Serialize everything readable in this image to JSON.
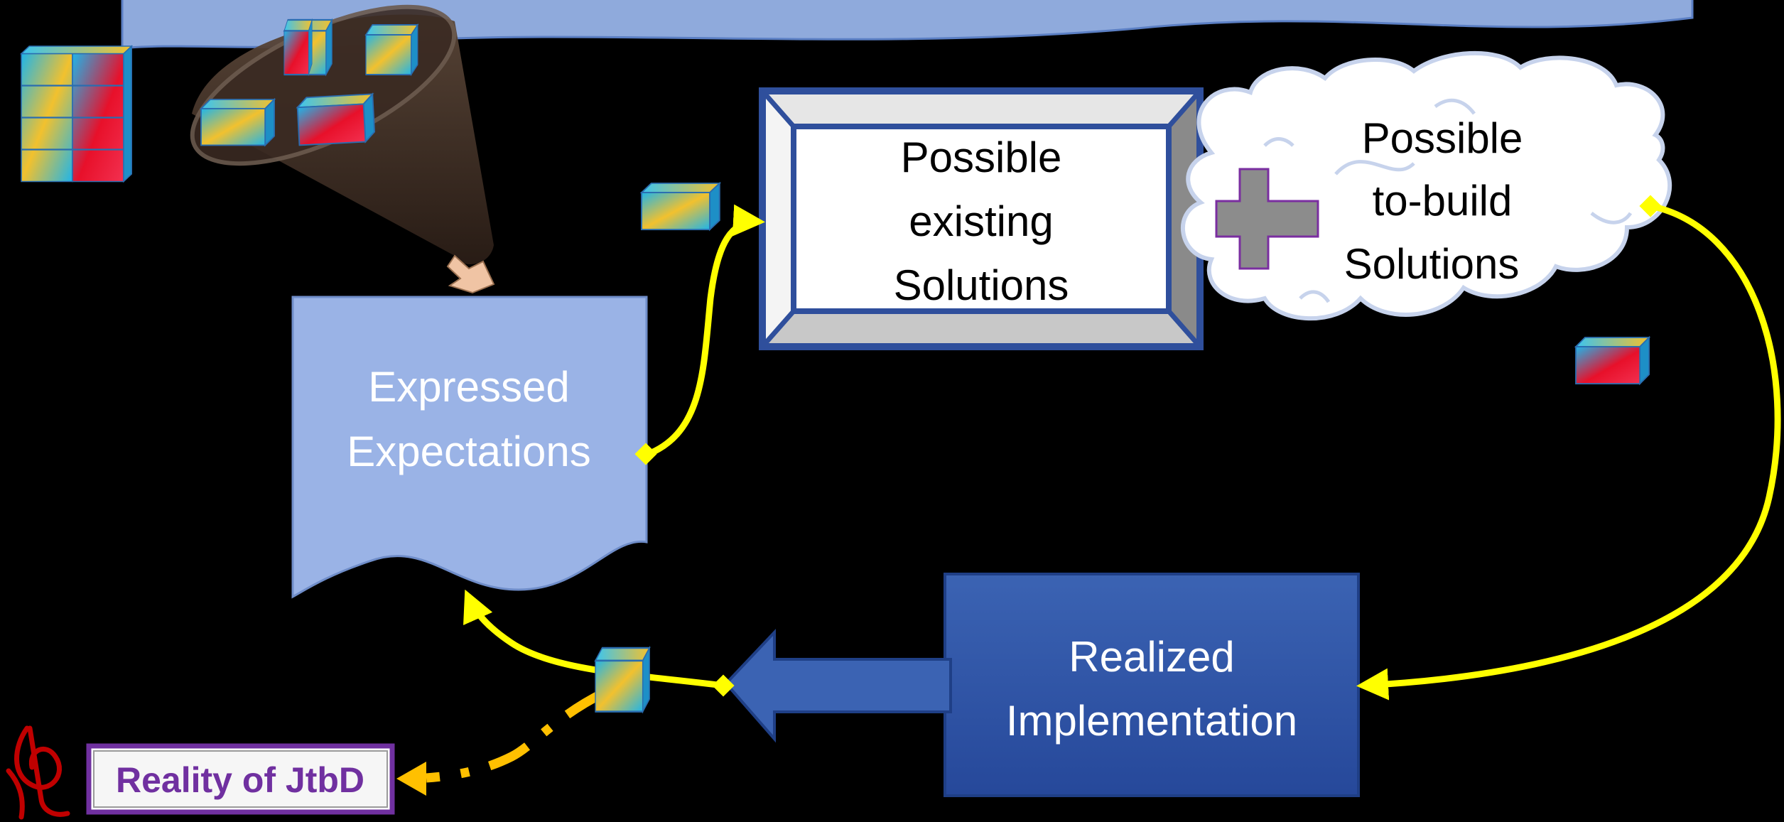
{
  "diagram": {
    "nodes": {
      "expectations": {
        "line1": "Expressed",
        "line2": "Expectations"
      },
      "existing": {
        "line1": "Possible",
        "line2": "existing",
        "line3": "Solutions"
      },
      "to_build": {
        "line1": "Possible",
        "line2": "to-build",
        "line3": "Solutions"
      },
      "implementation": {
        "line1": "Realized",
        "line2": "Implementation"
      },
      "reality": {
        "label": "Reality of JtbD"
      }
    },
    "colors": {
      "background": "#000000",
      "banner": "#8faadc",
      "expectations_fill": "#9ab3e6",
      "implementation_fill": "#2f57a6",
      "frame_border": "#2f4f9c",
      "connector": "#ffff00",
      "dashed_connector": "#ffc000",
      "funnel": "#3a2a22",
      "reality_text": "#7030a0",
      "logo": "#c00000"
    },
    "icons": [
      "cube-icon",
      "funnel-icon",
      "plus-icon",
      "cloud-icon",
      "block-arrow-icon",
      "logo-icon"
    ]
  }
}
